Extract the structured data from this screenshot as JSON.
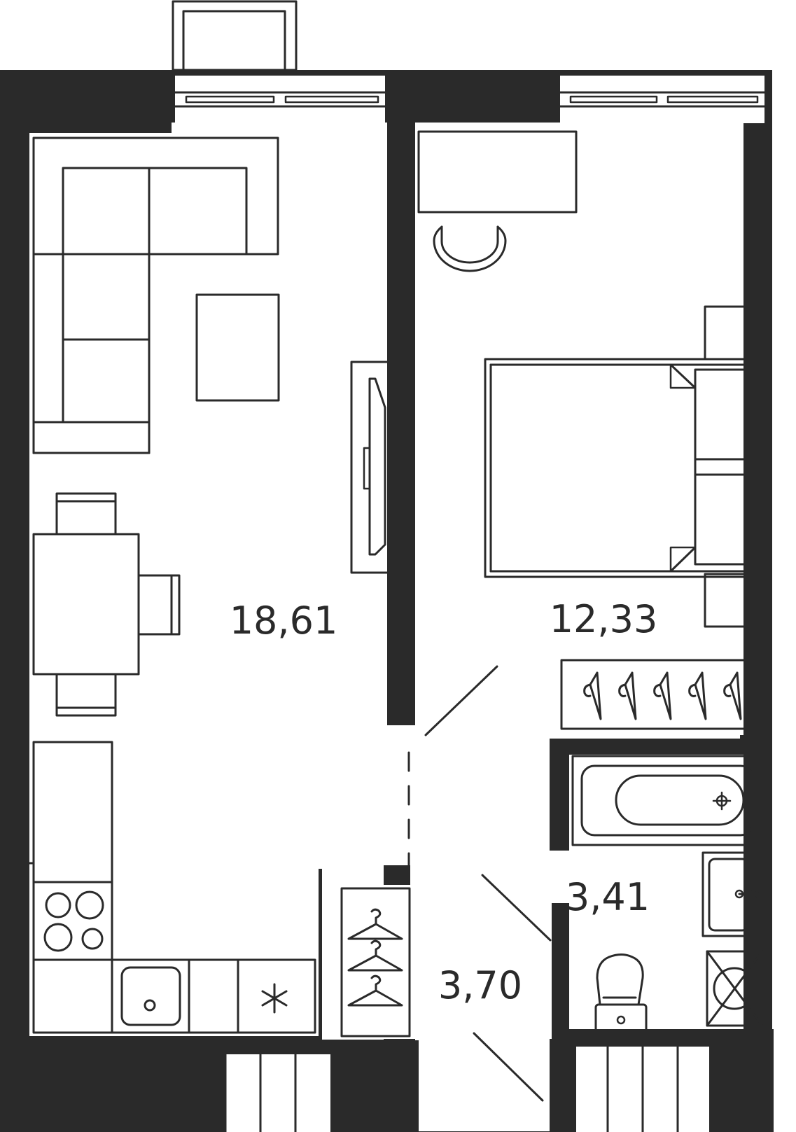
{
  "plan": {
    "colors": {
      "wall": "#2a2a2a",
      "background": "#ffffff"
    },
    "rooms": [
      {
        "id": "living-kitchen",
        "area": "18,61"
      },
      {
        "id": "bedroom",
        "area": "12,33"
      },
      {
        "id": "bathroom",
        "area": "3,41"
      },
      {
        "id": "hallway",
        "area": "3,70"
      }
    ],
    "icons": [
      "sofa-icon",
      "coffee-table-icon",
      "tv-icon",
      "dining-table-icon",
      "chair-icon",
      "stove-icon",
      "sink-icon",
      "fridge-icon",
      "wardrobe-icon",
      "hanger-icon",
      "desk-icon",
      "office-chair-icon",
      "bed-icon",
      "pillow-icon",
      "nightstand-icon",
      "bathtub-icon",
      "washbasin-icon",
      "toilet-icon",
      "washing-machine-icon",
      "door-icon",
      "window-icon"
    ]
  }
}
